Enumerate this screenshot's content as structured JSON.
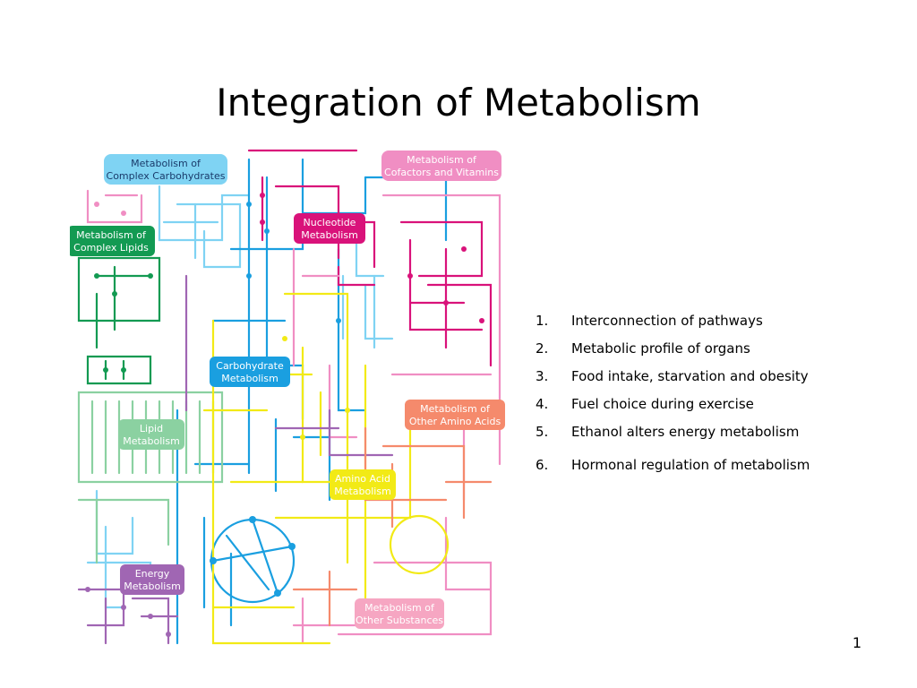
{
  "title": "Integration of Metabolism",
  "page_number": "1",
  "agenda": [
    {
      "num": "1.",
      "text": "Interconnection of pathways"
    },
    {
      "num": "2.",
      "text": "Metabolic profile of organs"
    },
    {
      "num": "3.",
      "text": "Food intake, starvation and obesity"
    },
    {
      "num": "4.",
      "text": "Fuel choice during exercise"
    },
    {
      "num": "5.",
      "text": "Ethanol alters energy metabolism"
    },
    {
      "num": "6.",
      "text": "Hormonal regulation of metabolism"
    }
  ],
  "map_nodes": {
    "complex_carbs": {
      "line1": "Metabolism of",
      "line2": "Complex Carbohydrates",
      "color": "#7fd3f3"
    },
    "cofactors": {
      "line1": "Metabolism of",
      "line2": "Cofactors and Vitamins",
      "color": "#f08ec3"
    },
    "nucleotide": {
      "line1": "Nucleotide",
      "line2": "Metabolism",
      "color": "#d9127a"
    },
    "complex_lipids": {
      "line1": "Metabolism of",
      "line2": "Complex Lipids",
      "color": "#139a52"
    },
    "carbohydrate": {
      "line1": "Carbohydrate",
      "line2": "Metabolism",
      "color": "#1a9fe0"
    },
    "other_amino": {
      "line1": "Metabolism of",
      "line2": "Other Amino Acids",
      "color": "#f58a6c"
    },
    "lipid": {
      "line1": "Lipid",
      "line2": "Metabolism",
      "color": "#8bd1a1"
    },
    "amino_acid": {
      "line1": "Amino Acid",
      "line2": "Metabolism",
      "color": "#f2ea16"
    },
    "energy": {
      "line1": "Energy",
      "line2": "Metabolism",
      "color": "#a066b3"
    },
    "other_substances": {
      "line1": "Metabolism of",
      "line2": "Other Substances",
      "color": "#f6a6c2"
    }
  }
}
